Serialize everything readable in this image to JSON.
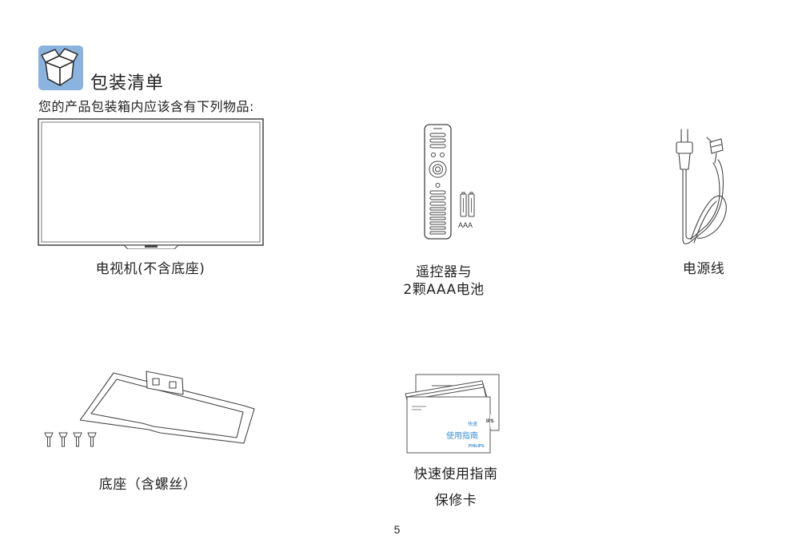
{
  "header": {
    "title": "包装清单",
    "intro": "您的产品包装箱内应该含有下列物品:"
  },
  "items": [
    {
      "label": "电视机(不含底座)"
    },
    {
      "label_line1": "遥控器与",
      "label_line2": "2颗AAA电池",
      "battery_label": "AAA"
    },
    {
      "label": "电源线"
    },
    {
      "label": "底座（含螺丝）"
    },
    {
      "label_line1": "快速使用指南",
      "label_line2": "保修卡",
      "booklet_text_small": "快速",
      "booklet_text_main": "使用指南",
      "brand": "PHILIPS",
      "brand_edge": "IPS"
    }
  ],
  "page": {
    "number": "5"
  },
  "colors": {
    "icon_bg": "#8ab4df",
    "booklet_text": "#3a8fd0",
    "line_art": "#555555"
  }
}
